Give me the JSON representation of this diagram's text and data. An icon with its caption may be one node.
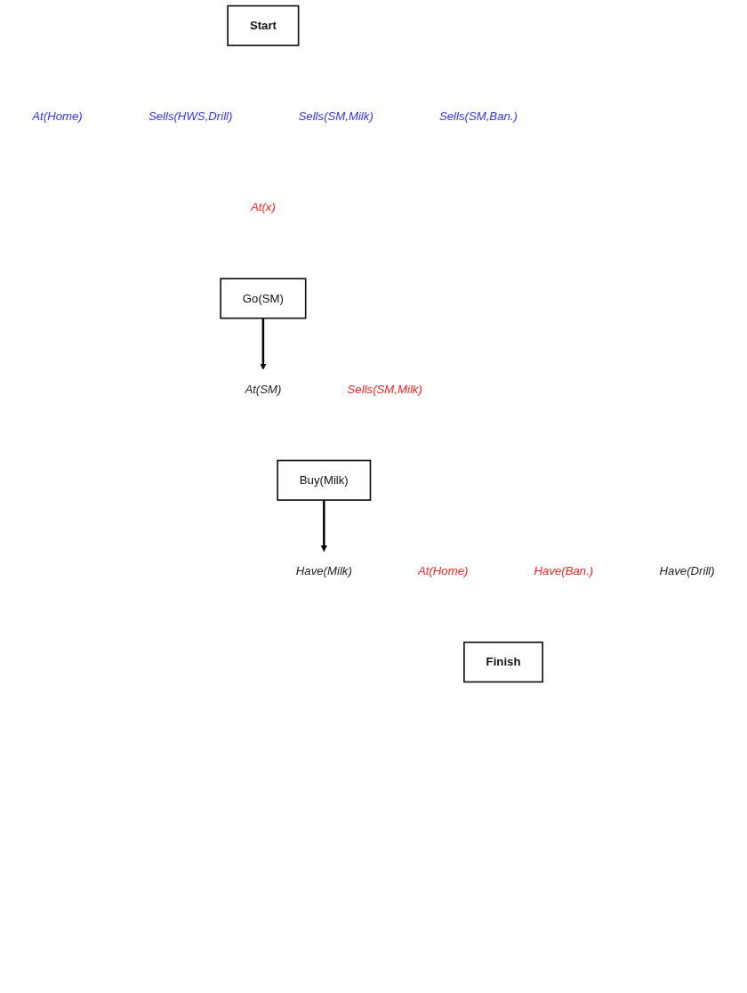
{
  "diagram": {
    "nodes": [
      {
        "text": [
          "Start"
        ]
      },
      {
        "text": [
          "At(Home)"
        ]
      },
      {
        "text": [
          "Sells(HWS,Drill)"
        ]
      },
      {
        "text": [
          "Sells(SM,Milk)"
        ]
      },
      {
        "text": [
          "Sells(SM,Ban.)"
        ]
      },
      {
        "text": [
          "At(x)"
        ]
      },
      {
        "text": [
          "Go(SM)"
        ]
      },
      {
        "text": [
          "At(SM)"
        ]
      },
      {
        "text": [
          "Sells(SM,Milk)"
        ]
      },
      {
        "text": [
          "Buy(Milk)"
        ]
      },
      {
        "text": [
          "Have(Milk)"
        ]
      },
      {
        "text": [
          "At(Home)"
        ]
      },
      {
        "text": [
          "Have(Ban.)"
        ]
      },
      {
        "text": [
          "Have(Drill)"
        ]
      },
      {
        "text": [
          "Finish"
        ]
      }
    ],
    "edges": [
      {
        "from": 6,
        "to": 7,
        "arrow": "to"
      },
      {
        "from": 9,
        "to": 10,
        "arrow": "to"
      }
    ]
  }
}
